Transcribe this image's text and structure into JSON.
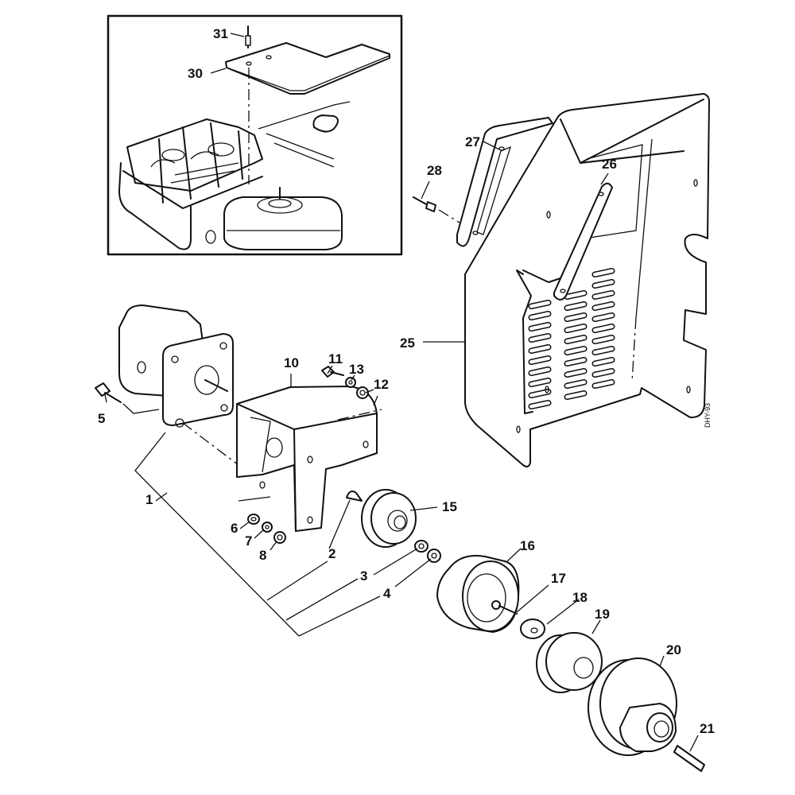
{
  "diagram": {
    "type": "exploded-parts-diagram",
    "inset_view": {
      "description": "Engine with wire frame guard and cover plate",
      "parts": [
        {
          "number": "30",
          "name": "cover-plate"
        },
        {
          "number": "31",
          "name": "rivet"
        }
      ]
    },
    "parts": [
      {
        "number": "1",
        "name": "hydraulic-pump-assembly"
      },
      {
        "number": "2",
        "name": "woodruff-key"
      },
      {
        "number": "3",
        "name": "tab-washer"
      },
      {
        "number": "4",
        "name": "nut"
      },
      {
        "number": "5",
        "name": "bolt"
      },
      {
        "number": "6",
        "name": "washer"
      },
      {
        "number": "7",
        "name": "spring-washer"
      },
      {
        "number": "8",
        "name": "nut"
      },
      {
        "number": "10",
        "name": "pump-bracket"
      },
      {
        "number": "11",
        "name": "bolt"
      },
      {
        "number": "12",
        "name": "nut"
      },
      {
        "number": "13",
        "name": "spring-washer"
      },
      {
        "number": "15",
        "name": "coupling-gear"
      },
      {
        "number": "16",
        "name": "coupling-sleeve"
      },
      {
        "number": "17",
        "name": "bolt"
      },
      {
        "number": "18",
        "name": "washer"
      },
      {
        "number": "19",
        "name": "coupling-gear"
      },
      {
        "number": "20",
        "name": "pulley"
      },
      {
        "number": "21",
        "name": "key"
      },
      {
        "number": "25",
        "name": "belt-guard"
      },
      {
        "number": "26",
        "name": "strap"
      },
      {
        "number": "27",
        "name": "bracket"
      },
      {
        "number": "28",
        "name": "rivet"
      }
    ],
    "labels": {
      "l1": "1",
      "l2": "2",
      "l3": "3",
      "l4": "4",
      "l5": "5",
      "l6": "6",
      "l7": "7",
      "l8": "8",
      "l10": "10",
      "l11": "11",
      "l12": "12",
      "l13": "13",
      "l15": "15",
      "l16": "16",
      "l17": "17",
      "l18": "18",
      "l19": "19",
      "l20": "20",
      "l21": "21",
      "l25": "25",
      "l26": "26",
      "l27": "27",
      "l28": "28",
      "l30": "30",
      "l31": "31"
    },
    "drawing_reference": "DHY-93"
  }
}
